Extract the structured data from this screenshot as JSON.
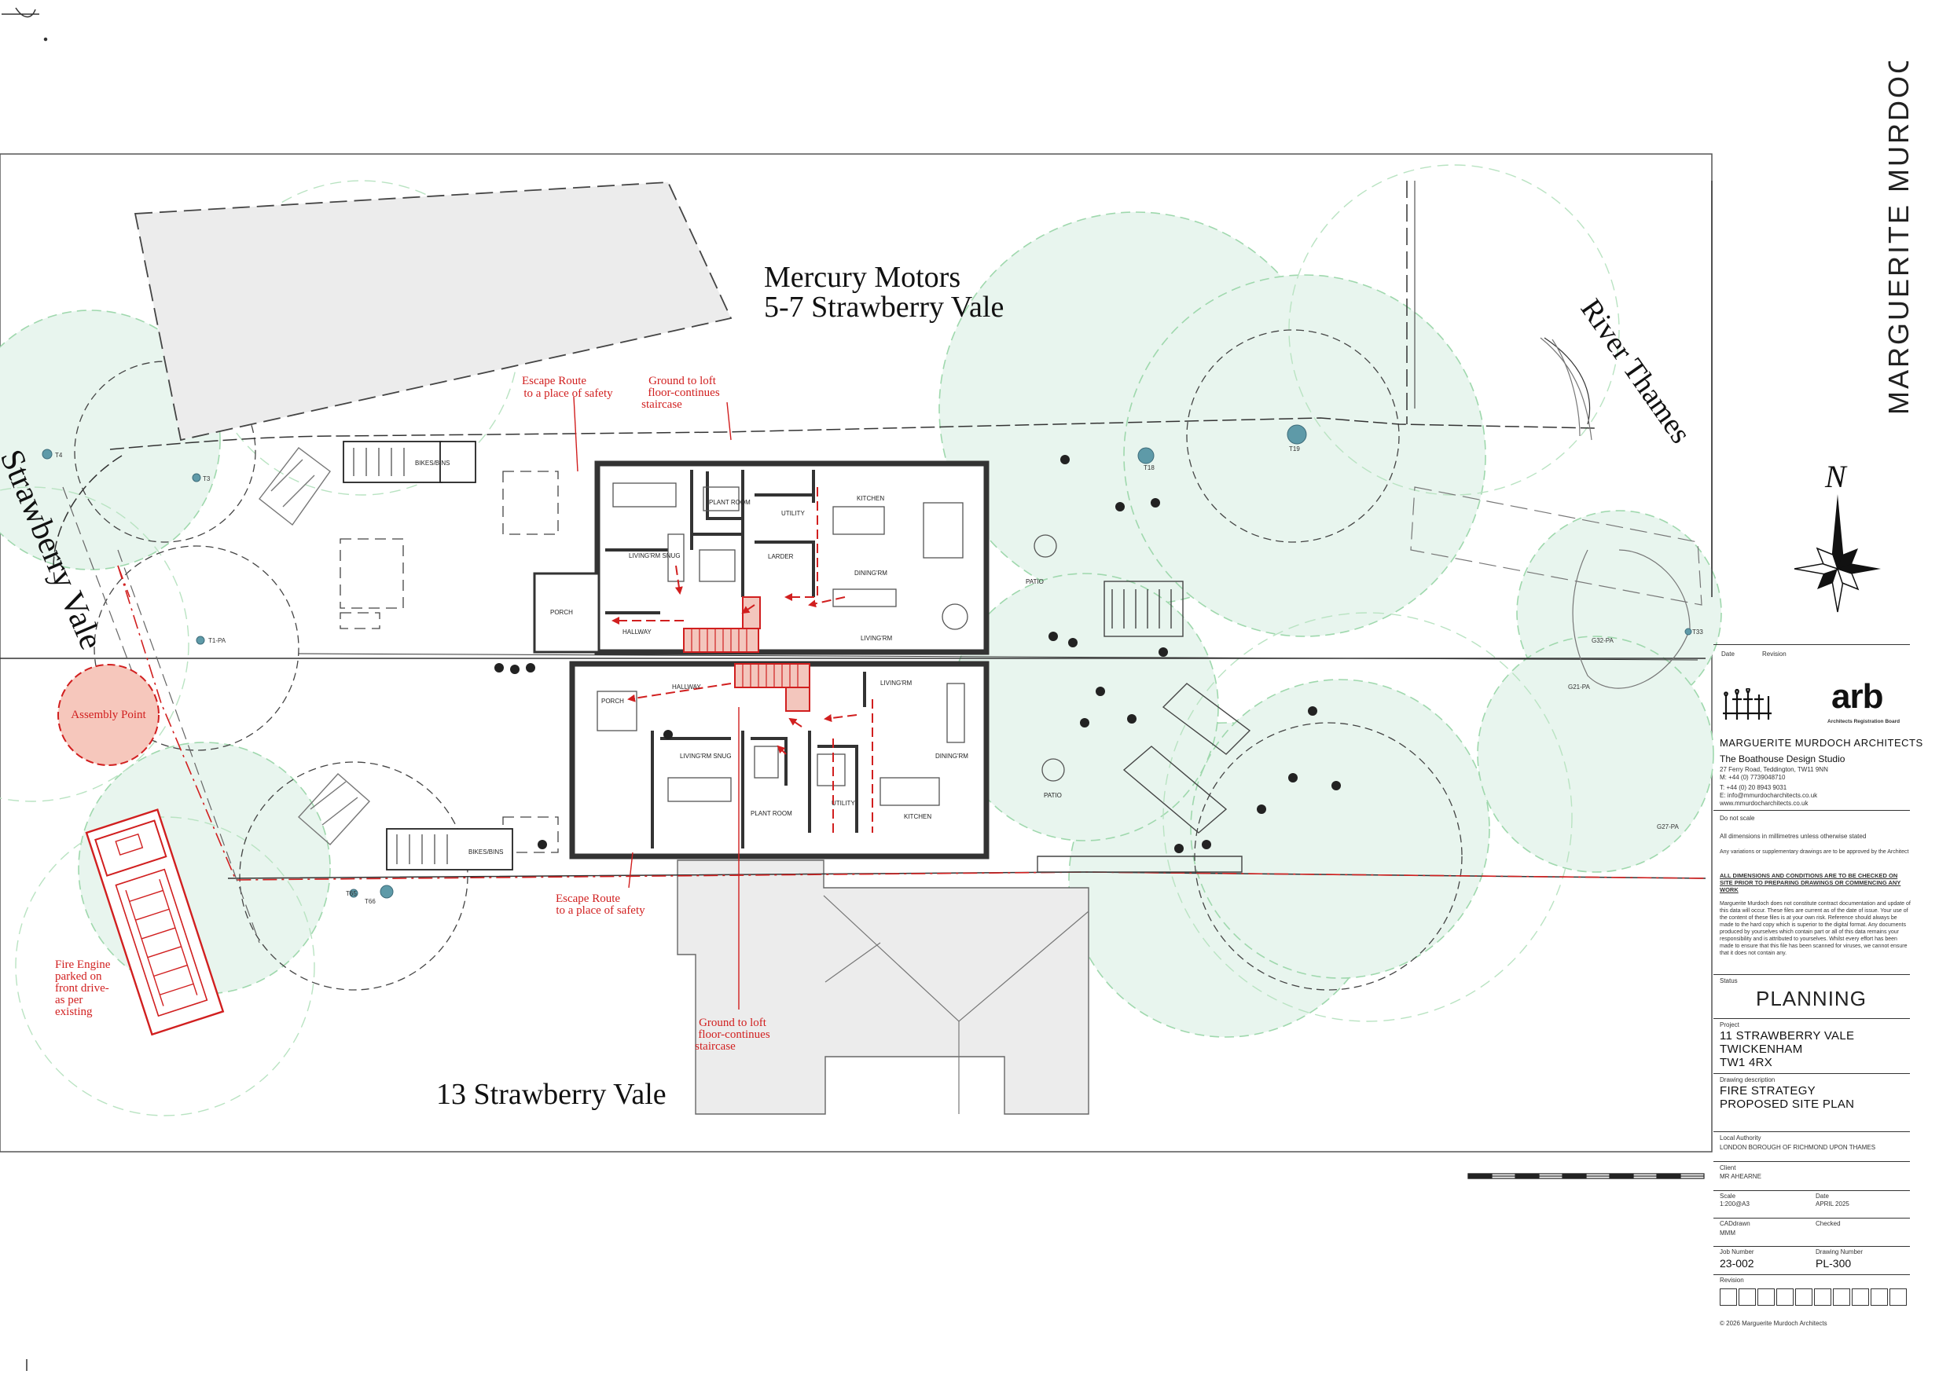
{
  "labels": {
    "neighbour_north_line1": "Mercury Motors",
    "neighbour_north_line2": "5-7 Strawberry Vale",
    "neighbour_south": "13 Strawberry Vale",
    "road": "Strawberry Vale",
    "river": "River Thames",
    "north": "N",
    "assembly": "Assembly Point",
    "escape_top_1": "Escape Route",
    "escape_top_2": "to a place of safety",
    "stair_top_1": "Ground to loft",
    "stair_top_2": "floor-continues",
    "stair_top_3": "staircase",
    "escape_bot_1": "Escape Route",
    "escape_bot_2": "to a place of safety",
    "stair_bot_1": "Ground to loft",
    "stair_bot_2": "floor-continues",
    "stair_bot_3": "staircase",
    "fire_1": "Fire Engine",
    "fire_2": "parked on",
    "fire_3": "front drive-",
    "fire_4": "as per",
    "fire_5": "existing"
  },
  "rooms": {
    "plant_room_n": "PLANT ROOM",
    "utility_n": "UTILITY",
    "kitchen_n": "KITCHEN",
    "living_snug_n": "LIVING'RM SNUG",
    "larder_n": "LARDER",
    "dining_n": "DINING'RM",
    "porch_n": "PORCH",
    "hallway_n": "HALLWAY",
    "living_n": "LIVING'RM",
    "hallway_s": "HALLWAY",
    "living_s": "LIVING'RM",
    "porch_s": "PORCH",
    "dining_s": "DINING'RM",
    "living_snug_s": "LIVING'RM SNUG",
    "utility_s": "UTILITY",
    "kitchen_s": "KITCHEN",
    "plant_room_s": "PLANT ROOM",
    "patio_n": "PATIO",
    "patio_s": "PATIO",
    "bikes_n": "BIKES/BINS",
    "bikes_s": "BIKES/BINS"
  },
  "trees": {
    "t1": "T4",
    "t2": "T3",
    "t3": "T1-PA",
    "t4": "T18",
    "t5": "T19",
    "t6": "T33",
    "t7": "G32-PA",
    "t8": "G21-PA",
    "t9": "G27-PA",
    "t10": "T66",
    "t11": "T65"
  },
  "title_block": {
    "side_title": "MARGUERITE  MURDOCH",
    "date_label": "Date",
    "revision_label": "Revision",
    "arb_mark": "arb",
    "arb_sub": "Architects Registration Board",
    "firm": "MARGUERITE MURDOCH ARCHITECTS",
    "studio": "The Boathouse Design Studio",
    "addr1": "27 Ferry Road, Teddington, TW11 9NN",
    "addr2": "M: +44 (0) 7739048710",
    "addr3": "T: +44 (0) 20 8943 9031",
    "addr4": "E: info@mmurdocharchitects.co.uk",
    "addr5": "www.mmurdocharchitects.co.uk",
    "note1": "Do not scale",
    "note2": "All dimensions in millimetres unless otherwise stated",
    "note3": "Any variations or supplementary drawings are to be approved by the Architect",
    "note4": "ALL DIMENSIONS AND CONDITIONS ARE TO BE CHECKED ON SITE PRIOR TO PREPARING DRAWINGS OR COMMENCING ANY WORK",
    "note5": "Marguerite Murdoch does not constitute contract documentation and update of this data will occur. These files are current as of the date of issue. Your use of the content of these files is at your own risk. Reference should always be made to the hard copy which is superior to the digital format. Any documents produced by yourselves which contain part or all of this data remains your responsibility and is attributed to yourselves. Whilst every effort has been made to ensure that this file has been scanned for viruses, we cannot ensure that it does not contain any.",
    "status_label": "Status",
    "status": "PLANNING",
    "project_label": "Project",
    "project1": "11 STRAWBERRY VALE",
    "project2": "TWICKENHAM",
    "project3": "TW1 4RX",
    "desc_label": "Drawing  description",
    "desc1": "FIRE STRATEGY",
    "desc2": "PROPOSED SITE PLAN",
    "la_label": "Local Authority",
    "la": "LONDON  BOROUGH  OF  RICHMOND  UPON  THAMES",
    "client_label": "Client",
    "client": "MR AHEARNE",
    "scale_label": "Scale",
    "scale": "1:200@A3",
    "date2_label": "Date",
    "date2": "APRIL 2025",
    "cad_label": "CADdrawn",
    "cad": "MMM",
    "checked_label": "Checked",
    "job_label": "Job  Number",
    "job": "23-002",
    "dwg_label": "Drawing  Number",
    "dwg": "PL-300",
    "rev_label": "Revision",
    "copyright": "© 2026  Marguerite  Murdoch  Architects"
  },
  "colors": {
    "red": "#d11f1f",
    "tree_fill": "#e6f4ec",
    "tree_stroke": "#9ad6a7",
    "building_grey": "#efefef",
    "wall": "#3a3a3a"
  }
}
